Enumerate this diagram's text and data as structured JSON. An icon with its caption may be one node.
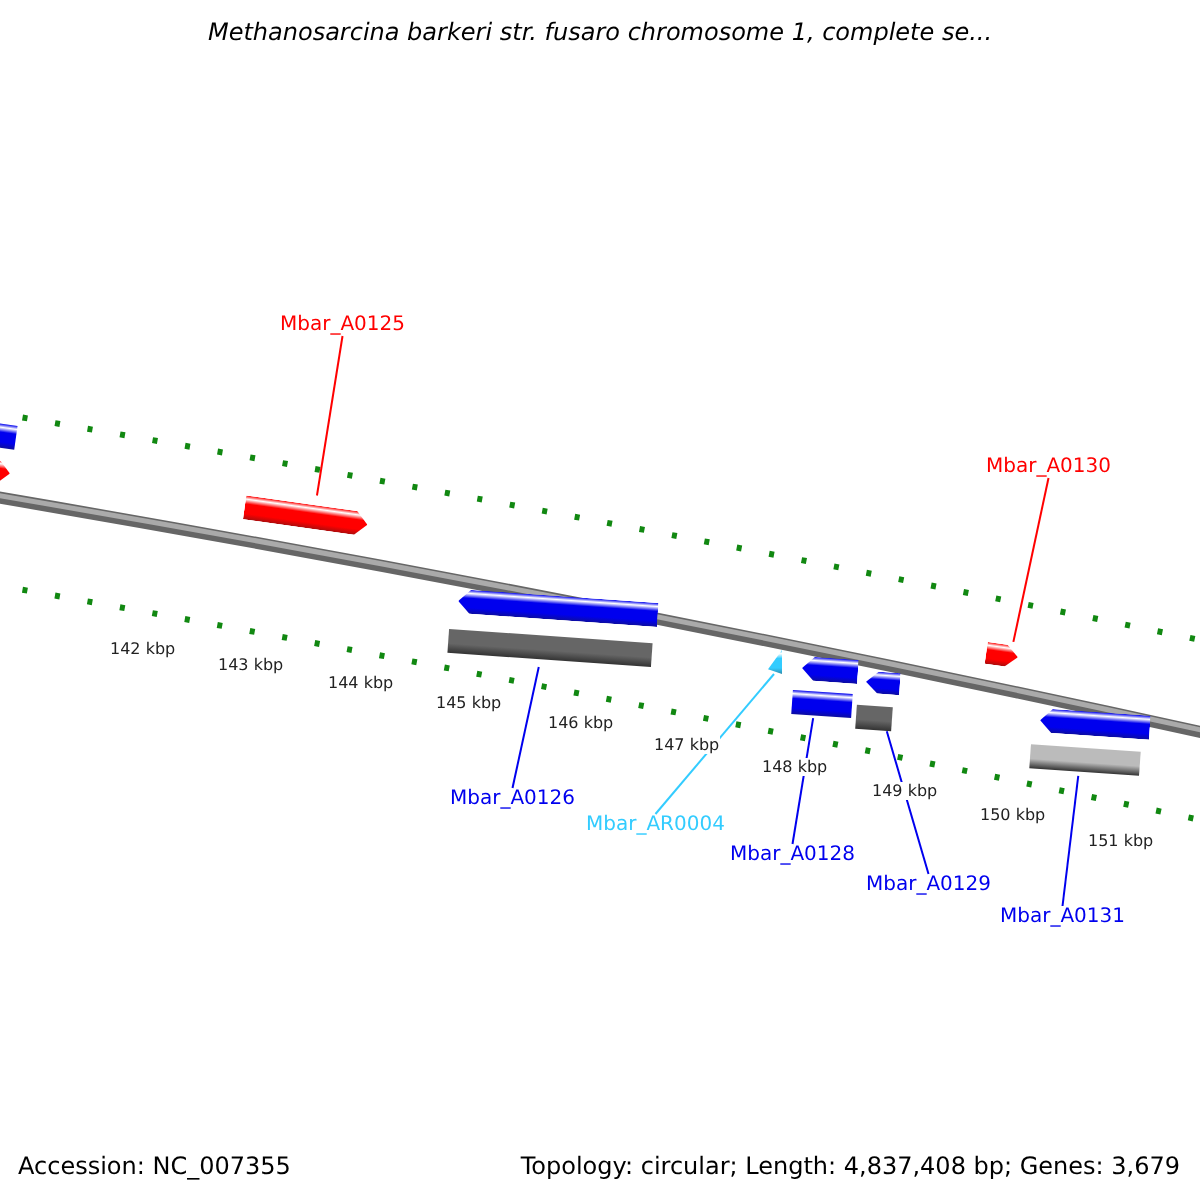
{
  "diagram": {
    "title": "Methanosarcina barkeri str. fusaro chromosome 1, complete se...",
    "nodes": [
      {
        "text": [
          "Mbar_A0125"
        ]
      },
      {
        "text": [],
        "shape": "arrow"
      },
      {
        "text": [
          "Mbar_A0130"
        ]
      },
      {
        "text": [],
        "shape": "arrow"
      },
      {
        "text": [
          "Mbar_A0126"
        ]
      },
      {
        "text": [],
        "shape": "arrow"
      },
      {
        "text": [
          "Mbar_AR0004"
        ]
      },
      {
        "text": [],
        "shape": "triangle"
      },
      {
        "text": [
          "Mbar_A0128"
        ]
      },
      {
        "text": [],
        "shape": "bar"
      },
      {
        "text": [
          "Mbar_A0129"
        ]
      },
      {
        "text": [],
        "shape": "arrow"
      },
      {
        "text": [
          "Mbar_A0131"
        ]
      },
      {
        "text": [],
        "shape": "arrow"
      },
      {
        "text": [],
        "shape": "bar"
      },
      {
        "text": [],
        "shape": "arrow"
      },
      {
        "text": [],
        "shape": "arrow"
      },
      {
        "text": [],
        "shape": "bar"
      },
      {
        "text": [],
        "shape": "bar"
      },
      {
        "text": [],
        "shape": "bar"
      }
    ],
    "edges": [
      {
        "from": 0,
        "to": 1,
        "arrow": "none",
        "color": "#ff0000"
      },
      {
        "from": 2,
        "to": 3,
        "arrow": "none",
        "color": "#ff0000"
      },
      {
        "from": 4,
        "to": 17,
        "arrow": "none"
      },
      {
        "from": 6,
        "to": 7,
        "arrow": "none",
        "color": "#33ccff"
      },
      {
        "from": 8,
        "to": 9,
        "arrow": "none"
      },
      {
        "from": 10,
        "to": 18,
        "arrow": "none"
      },
      {
        "from": 12,
        "to": 19,
        "arrow": "none"
      }
    ],
    "labels": [
      "142 kbp",
      "143 kbp",
      "144 kbp",
      "145 kbp",
      "146 kbp",
      "147 kbp",
      "148 kbp",
      "149 kbp",
      "150 kbp",
      "151 kbp",
      "Accession: NC_007355",
      "Topology: circular; Length: 4,837,408 bp; Genes: 3,679"
    ]
  }
}
